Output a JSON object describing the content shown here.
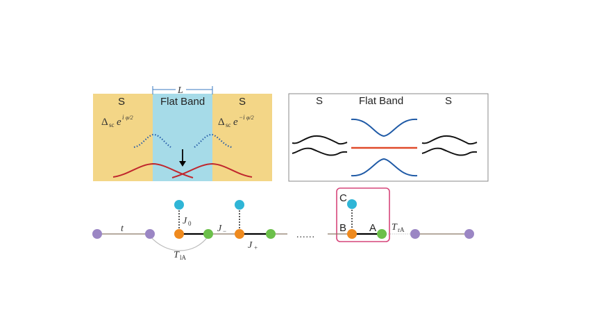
{
  "panel_left": {
    "left_region_label": "S",
    "center_region_label": "Flat Band",
    "right_region_label": "S",
    "length_label": "L",
    "left_gap": {
      "symbol": "Δ",
      "sub": "sc",
      "base": "e",
      "exp": "i",
      "phase": "φ/2"
    },
    "right_gap": {
      "symbol": "Δ",
      "sub": "sc",
      "base": "e",
      "exp": "−i",
      "phase": "φ/2"
    },
    "colors": {
      "superconductor": "#f3d687",
      "flat_band": "#a6dbe8",
      "hybrid_wave": "#c0272d",
      "decaying_wave": "#2a5fa8"
    }
  },
  "panel_right": {
    "left_region_label": "S",
    "center_region_label": "Flat Band",
    "right_region_label": "S",
    "colors": {
      "sc_bands": "#111111",
      "dispersive_bands": "#1f5aa6",
      "flat_band": "#e04a2a",
      "border": "#888888"
    }
  },
  "lattice": {
    "hopping_t": "t",
    "J0": {
      "base": "J",
      "sub": "0"
    },
    "Jminus": {
      "base": "J",
      "sub": "−"
    },
    "Jplus": {
      "base": "J",
      "sub": "+"
    },
    "TlA": {
      "base": "T",
      "sub": "lA"
    },
    "TrA": {
      "base": "T",
      "sub": "rA"
    },
    "ellipsis": "......",
    "unit_cell_labels": {
      "A": "A",
      "B": "B",
      "C": "C"
    },
    "colors": {
      "lead_site": "#9b86c4",
      "A_site": "#6cc04a",
      "B_site": "#ef8a1e",
      "C_site": "#2fb5d6",
      "unit_cell_box": "#d6457a",
      "lead_bond": "#8a7766"
    }
  }
}
